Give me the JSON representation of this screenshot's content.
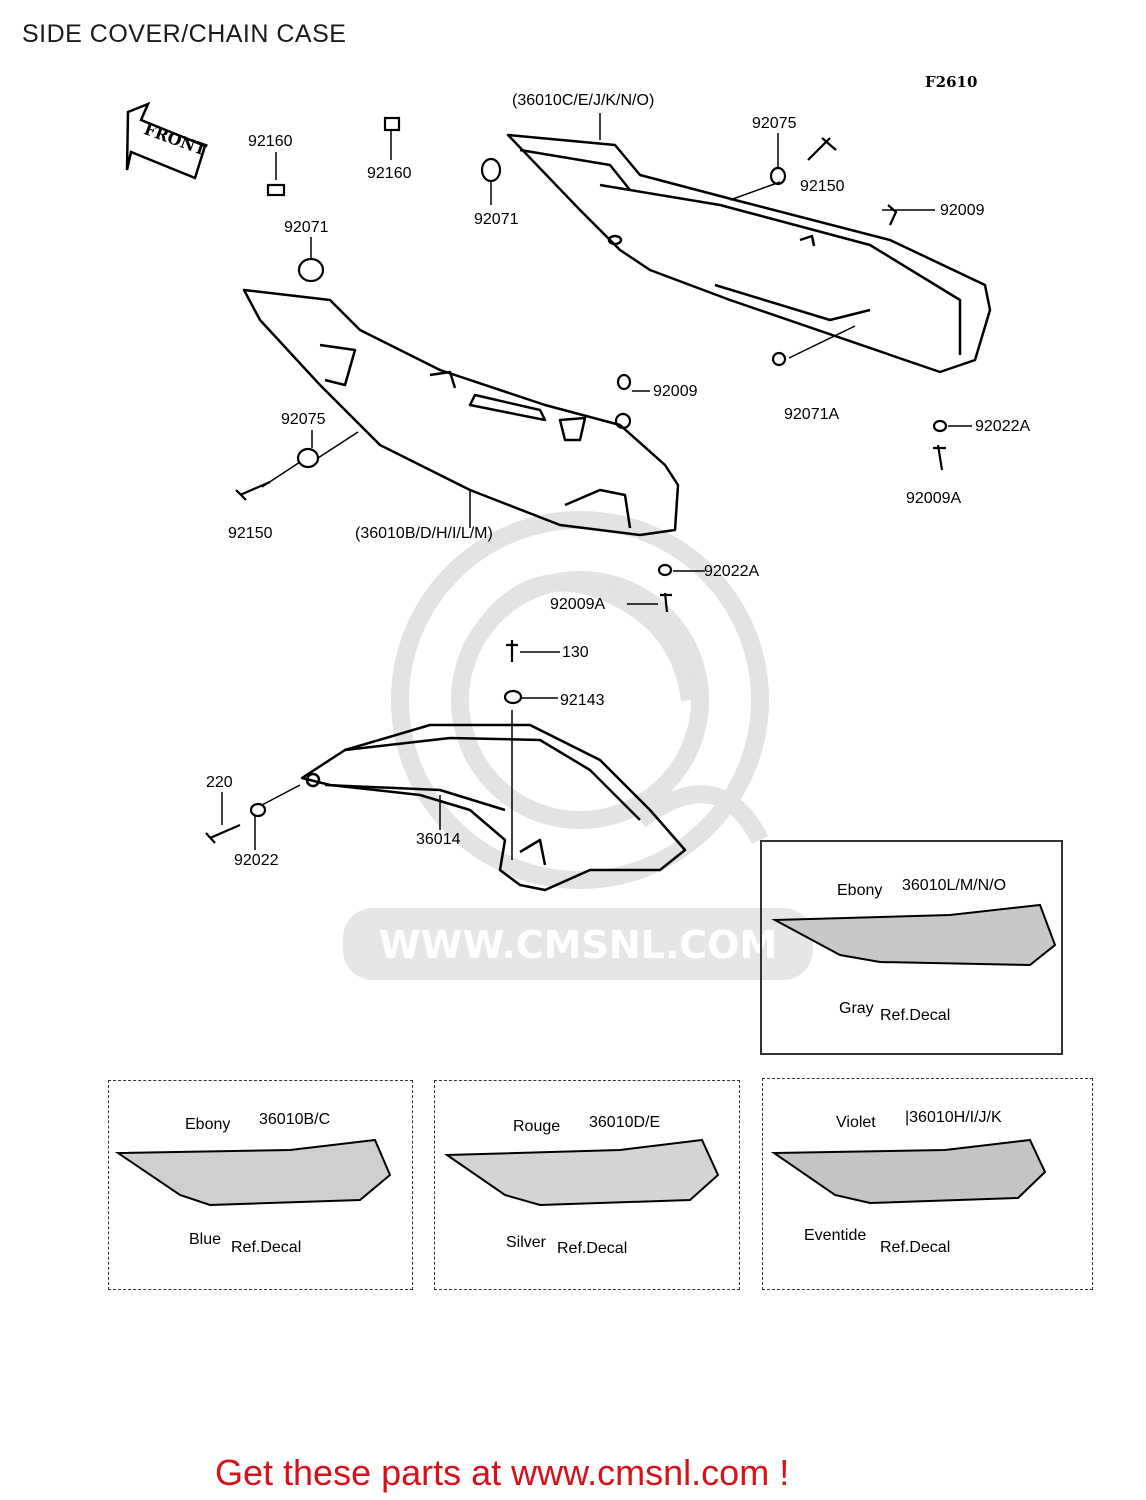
{
  "page": {
    "title": "SIDE COVER/CHAIN CASE",
    "figure_code": "F2610",
    "footer": "Get these parts at www.cmsnl.com !",
    "watermark": "WWW.CMSNL.COM"
  },
  "front_arrow": {
    "label": "FRONT"
  },
  "part_labels": {
    "cover_right": "(36010C/E/J/K/N/O)",
    "cover_left": "(36010B/D/H/I/L/M)",
    "p92160a": "92160",
    "p92160b": "92160",
    "p92071a": "92071",
    "p92071b": "92071",
    "p92075a": "92075",
    "p92075b": "92075",
    "p92150a": "92150",
    "p92150b": "92150",
    "p92009a": "92009",
    "p92009b": "92009",
    "p92071A": "92071A",
    "p92022Aa": "92022A",
    "p92022Ab": "92022A",
    "p92009Aa": "92009A",
    "p92009Ab": "92009A",
    "p130": "130",
    "p92143": "92143",
    "p220": "220",
    "p92022": "92022",
    "p36014": "36014"
  },
  "variants": [
    {
      "parts": "36010L/M/N/O",
      "color_top": "Ebony",
      "color_bottom": "Gray",
      "decal": "Ref.Decal"
    },
    {
      "parts": "36010B/C",
      "color_top": "Ebony",
      "color_bottom": "Blue",
      "decal": "Ref.Decal"
    },
    {
      "parts": "36010D/E",
      "color_top": "Rouge",
      "color_bottom": "Silver",
      "decal": "Ref.Decal"
    },
    {
      "parts": "|36010H/I/J/K",
      "color_top": "Violet",
      "color_bottom": "Eventide",
      "decal": "Ref.Decal"
    }
  ],
  "colors": {
    "footer_red": "#d7101a",
    "ink": "#000000",
    "watermark_gray": "#d9d9d9"
  }
}
